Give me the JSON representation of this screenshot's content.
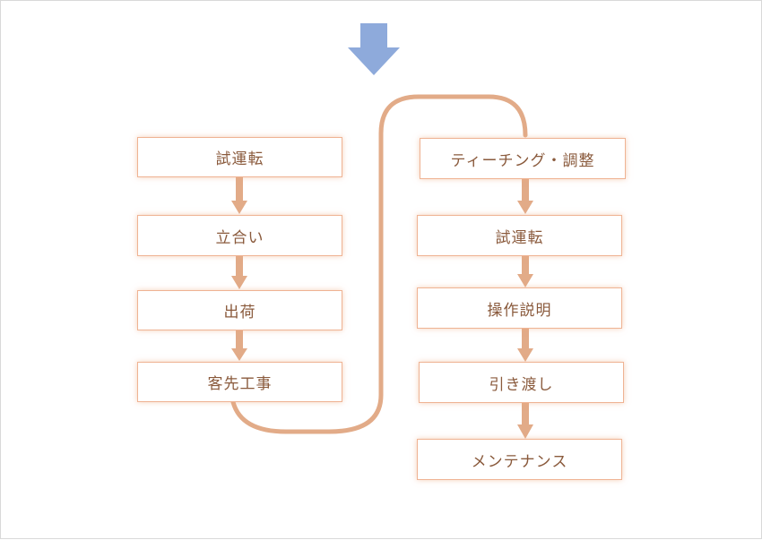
{
  "flow": {
    "left_steps": [
      {
        "label": "試運転"
      },
      {
        "label": "立合い"
      },
      {
        "label": "出荷"
      },
      {
        "label": "客先工事"
      }
    ],
    "right_steps": [
      {
        "label": "ティーチング・調整"
      },
      {
        "label": "試運転"
      },
      {
        "label": "操作説明"
      },
      {
        "label": "引き渡し"
      },
      {
        "label": "メンテナンス"
      }
    ]
  },
  "colors": {
    "entry_arrow": "#8eaadb",
    "connector": "#e2ab88",
    "box_border": "#efb393",
    "text": "#8a5a3c"
  }
}
